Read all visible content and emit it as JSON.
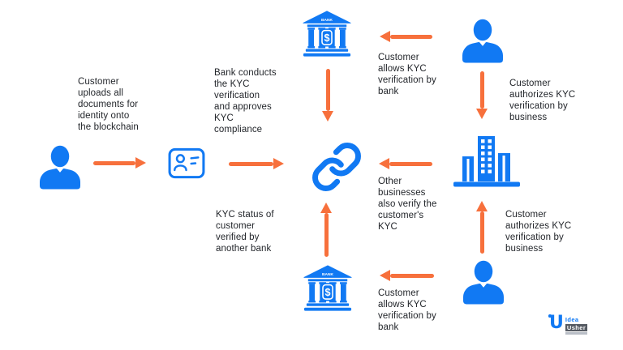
{
  "colors": {
    "blue": "#1179F3",
    "orange": "#F7703C",
    "text": "#23262B"
  },
  "labels": {
    "customer_uploads": "Customer\nuploads all\ndocuments for\nidentity onto\nthe blockchain",
    "bank_conducts": "Bank conducts\nthe KYC\nverification\nand approves\nKYC\ncompliance",
    "customer_allows_top": "Customer\nallows KYC\nverification by\nbank",
    "customer_authorizes_top": "Customer\nauthorizes KYC\nverification by\nbusiness",
    "other_businesses": "Other\nbusinesses\nalso verify the\ncustomer's\nKYC",
    "kyc_status": "KYC status of\ncustomer\nverified by\nanother bank",
    "customer_allows_bottom": "Customer\nallows KYC\nverification by\nbank",
    "customer_authorizes_bottom": "Customer\nauthorizes KYC\nverification by\nbusiness"
  },
  "bank": {
    "sign": "BANK",
    "dollar": "$"
  },
  "logo": {
    "mark": "U",
    "name_top": "Idea",
    "name_bottom": "Usher"
  },
  "icons": {
    "customer": "person-icon",
    "identity_document": "id-card-icon",
    "bank": "bank-icon",
    "blockchain": "chain-link-icon",
    "business": "building-icon"
  }
}
